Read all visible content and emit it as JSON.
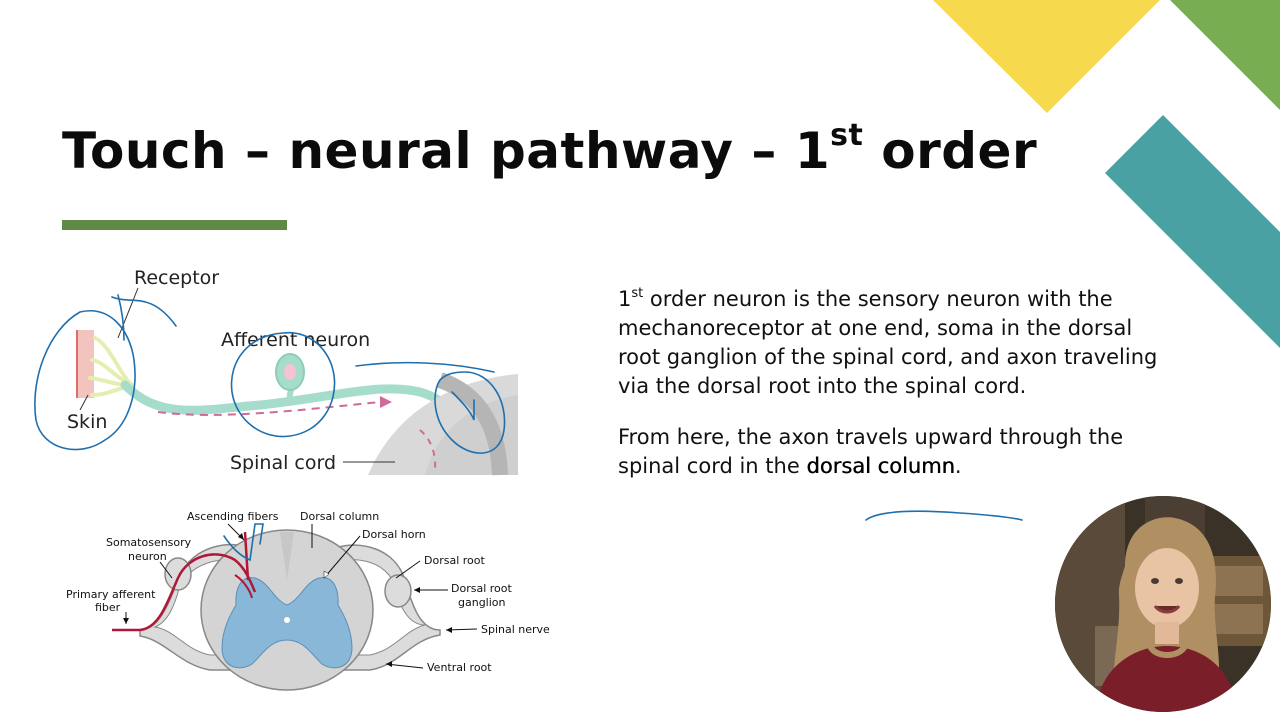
{
  "slide": {
    "title_prefix": "Touch – neural pathway – 1",
    "title_superscript": "st",
    "title_suffix": " order",
    "accent_colors": {
      "yellow": "#f6d94c",
      "green": "#79ad52",
      "teal": "#4aa1a3",
      "title_bar": "#5e8a45",
      "ink": "#1f6fae"
    }
  },
  "diagram_top": {
    "receptor": "Receptor",
    "afferent_neuron": "Afferent neuron",
    "skin": "Skin",
    "spinal_cord": "Spinal cord"
  },
  "diagram_bottom": {
    "ascending_fibers": "Ascending fibers",
    "dorsal_column": "Dorsal column",
    "dorsal_horn": "Dorsal horn",
    "somatosensory_line1": "Somatosensory",
    "somatosensory_line2": "neuron",
    "dorsal_root": "Dorsal root",
    "dorsal_root_ganglion_line1": "Dorsal root",
    "dorsal_root_ganglion_line2": "ganglion",
    "primary_afferent_line1": "Primary afferent",
    "primary_afferent_line2": "fiber",
    "spinal_nerve": "Spinal nerve",
    "ventral_root": "Ventral root"
  },
  "text": {
    "p1_number": "1",
    "p1_superscript": "st",
    "p1_rest": " order neuron is the sensory neuron with the mechanoreceptor at one end, soma in the dorsal root ganglion of the spinal cord, and axon traveling via the dorsal root into the spinal cord.",
    "p2_before": "From here, the axon travels upward through the spinal cord in the ",
    "p2_bold": "dorsal column",
    "p2_after": "."
  }
}
